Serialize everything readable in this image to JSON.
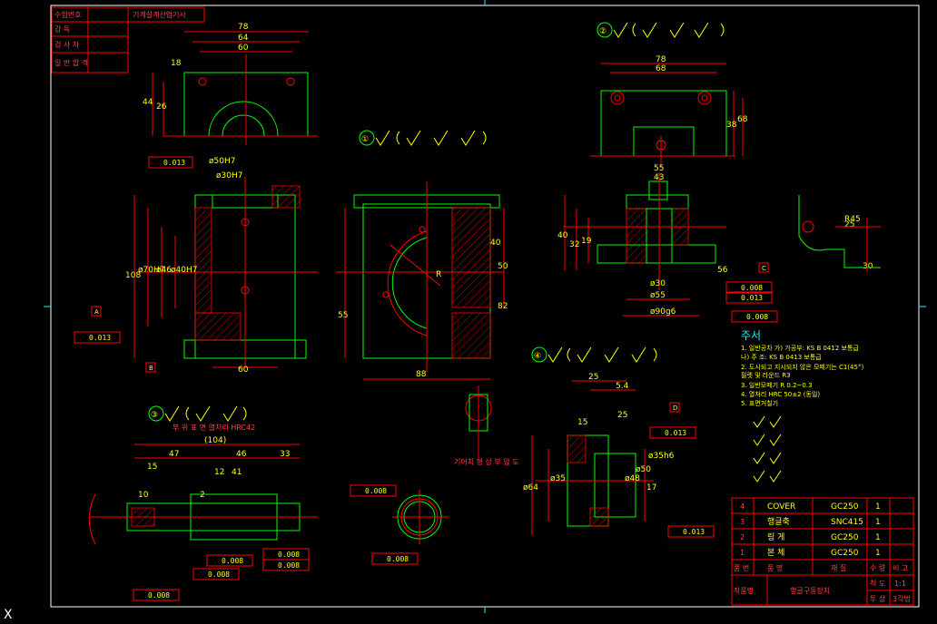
{
  "corner_marker": "X",
  "approval_table": {
    "rows": [
      "수험번호",
      "감 독",
      "검 사 자",
      "일 반 합 격"
    ],
    "title_cell": "기계설계산업기사"
  },
  "views": {
    "v1_surface": "①",
    "v2_surface": "②",
    "v3_surface": "③",
    "v4_surface": "④",
    "v3_note": "부 위 표 면 열처리 HRC42",
    "small_note": "기어치 형 상 부 압 도",
    "r45": "R45"
  },
  "dims": {
    "top_left": [
      "78",
      "64",
      "60",
      "44",
      "26",
      "18"
    ],
    "top_right": [
      "78",
      "68",
      "38",
      "68"
    ],
    "left_side": [
      "ø50H7",
      "ø30H7",
      "108",
      "ø70H7",
      "ø46",
      "ø40H7",
      "60"
    ],
    "center": [
      "40",
      "50",
      "55",
      "82",
      "88",
      "R"
    ],
    "right_mid": [
      "55",
      "43",
      "40",
      "32",
      "19",
      "ø30",
      "ø55",
      "ø90g6",
      "56",
      "25",
      "30"
    ],
    "bottom_left": [
      "(104)",
      "47",
      "46",
      "33",
      "15",
      "10",
      "41",
      "12",
      "2"
    ],
    "bottom_right": [
      "25",
      "5.4",
      "15",
      "25",
      "ø35",
      "ø48",
      "ø50",
      "ø64",
      "17",
      "ø35h6"
    ]
  },
  "tolerances": [
    "0.013",
    "0.013",
    "0.008",
    "0.013",
    "0.008",
    "0.008",
    "0.008",
    "0.008",
    "0.008",
    "0.008",
    "0.008",
    "0.013",
    "0.008",
    "0.013"
  ],
  "datums": [
    "A",
    "B",
    "C",
    "D"
  ],
  "notes": {
    "heading": "주서",
    "lines": [
      "1. 일반공차 가) 가공부: KS B 0412  보통급",
      "          나) 주    조: KS B 0413  보통급",
      "2. 도시되고 지시되지 않은 모떼기는 C1(45°)",
      "                       필렛 및 라운드 R3",
      "3. 일반모떼기 R 0.2~0.3",
      "4. 열처리 HRC 50±2 (동일)",
      "5. 표면거칠기"
    ]
  },
  "parts_list": {
    "rows": [
      {
        "no": "4",
        "name": "COVER",
        "mat": "GC250",
        "qty": "1"
      },
      {
        "no": "3",
        "name": "행글축",
        "mat": "SNC415",
        "qty": "1"
      },
      {
        "no": "2",
        "name": "링 게",
        "mat": "GC250",
        "qty": "1"
      },
      {
        "no": "1",
        "name": "본 체",
        "mat": "GC250",
        "qty": "1"
      }
    ],
    "header": {
      "no": "품 번",
      "name": "품 명",
      "mat": "재 질",
      "qty": "수 량",
      "note": "비 고"
    },
    "title_block": {
      "label": "작품명",
      "title": "행글구동장치",
      "scale_label": "척 도",
      "scale": "1:1",
      "proj_label": "투 상",
      "proj": "3각법"
    }
  }
}
